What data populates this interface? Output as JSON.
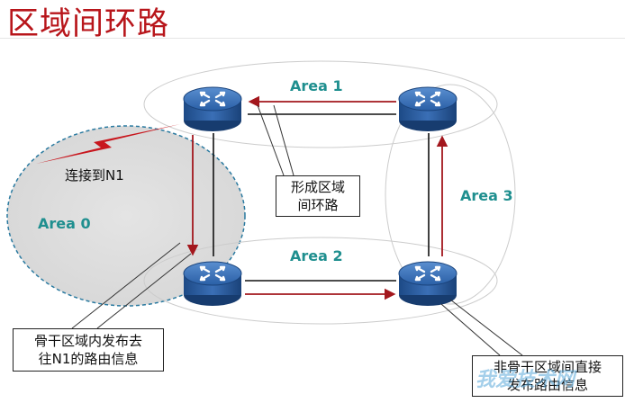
{
  "title": "区域间环路",
  "areas": {
    "area0": "Area 0",
    "area1": "Area 1",
    "area2": "Area 2",
    "area3": "Area 3"
  },
  "lightning_label": "连接到N1",
  "callouts": {
    "loop": [
      "形成区域",
      "间环路"
    ],
    "backbone": [
      "骨干区域内发布去",
      "往N1的路由信息"
    ],
    "nonbackbone": [
      "非骨干区域间直接",
      "发布路由信息"
    ]
  },
  "watermark": "我爱技术网",
  "colors": {
    "title": "#b8161b",
    "area_label": "#1f8f8f",
    "arrow": "#a3171d",
    "router": "#2a5fa6"
  },
  "icons": [
    "router-icon",
    "lightning-icon"
  ]
}
